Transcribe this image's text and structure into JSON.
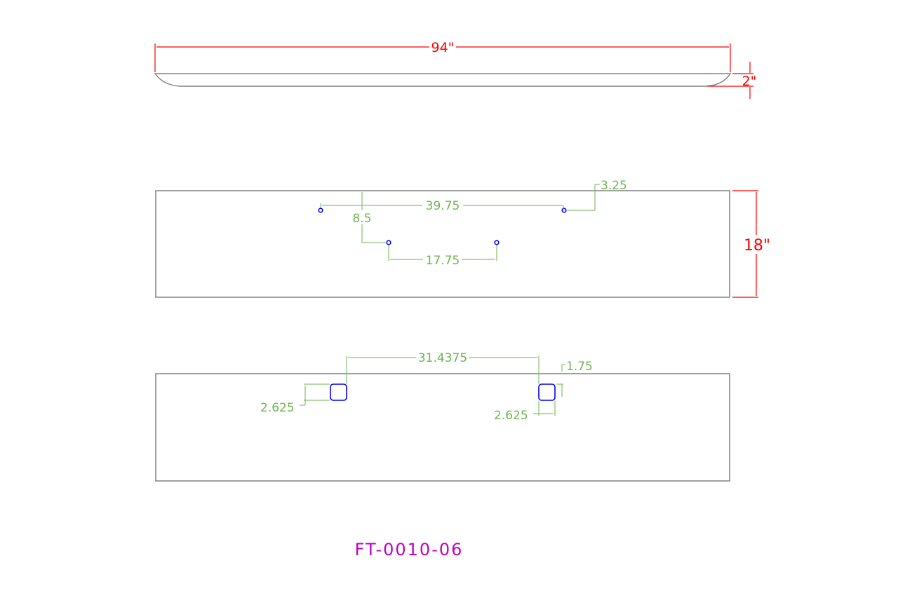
{
  "side_view": {
    "length_label": "94\"",
    "thickness_label": "2\""
  },
  "top_view": {
    "width_label": "18\"",
    "dims": {
      "hole_span": "39.75",
      "edge_offset": "3.25",
      "vertical_offset": "8.5",
      "inner_span": "17.75"
    }
  },
  "bottom_view": {
    "dims": {
      "slot_span": "31.4375",
      "edge_offset": "1.75",
      "left_slot_size": "2.625",
      "right_slot_size": "2.625"
    }
  },
  "part_number": "FT-0010-06",
  "colors": {
    "dimension_red": "#ff0000",
    "dimension_green": "#6db64f",
    "outline": "#808080",
    "holes": "#0000ff",
    "part_number": "#c000c0"
  }
}
